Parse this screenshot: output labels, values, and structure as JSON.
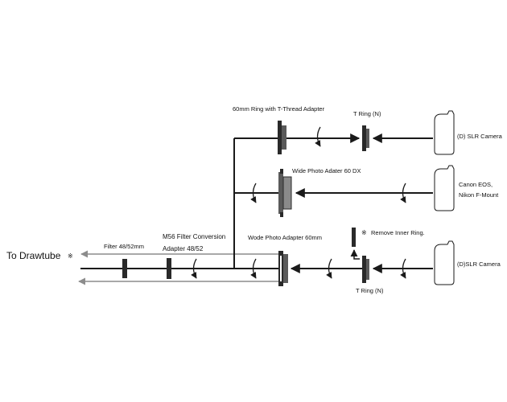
{
  "labels": {
    "to_drawtube": "To Drawtube",
    "to_drawtube_mark": "※",
    "filter": "Filter 48/52mm",
    "m56_line1": "M56 Filter Conversion",
    "m56_line2": "Adapter 48/52",
    "wode_adapter": "Wode Photo Adapter 60mm",
    "remove_inner_ring": "Remove Inner Ring.",
    "remove_mark": "※",
    "t_ring_bottom": "T Ring (N)",
    "dslr_bottom": "(D)SLR Camera",
    "ring_60mm": "60mm Ring with T-Thread Adapter",
    "t_ring_top": "T Ring (N)",
    "dslr_top": "(D) SLR Camera",
    "wide_adapter_dx": "Wide Photo Adater 60 DX",
    "canon_line1": "Canon EOS,",
    "canon_line2": "Nikon F-Mount"
  },
  "colors": {
    "line": "#1a1a1a",
    "grey_arrow": "#8c8c8c",
    "part_dark": "#2a2a2a",
    "part_mid": "#5a5a5a"
  },
  "icons": [
    "camera-icon",
    "rotate-icon",
    "arrow-icon",
    "lens-ring-icon"
  ]
}
